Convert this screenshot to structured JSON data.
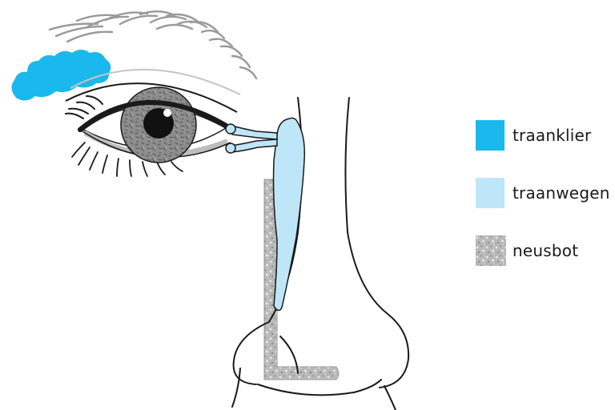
{
  "colors": {
    "lacrimal_gland": "#1ab8ec",
    "tear_ducts": "#bfe5f8",
    "nasal_bone": "#b4b4b4",
    "outline": "#1a1a1a",
    "iris": "#8a8a8a"
  },
  "legend": [
    {
      "label": "traanklier",
      "color": "#1ab8ec",
      "pattern": "solid"
    },
    {
      "label": "traanwegen",
      "color": "#bfe5f8",
      "pattern": "solid"
    },
    {
      "label": "neusbot",
      "color": "#b4b4b4",
      "pattern": "speckled"
    }
  ]
}
